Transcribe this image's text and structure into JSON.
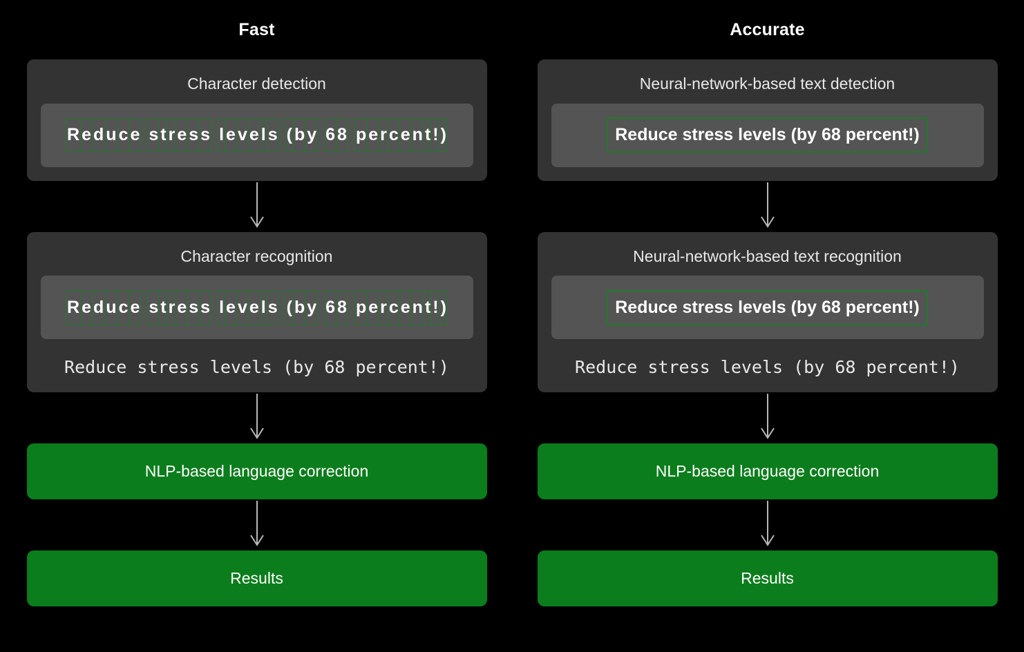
{
  "colors": {
    "background": "#000000",
    "card_bg": "#333333",
    "image_panel_bg": "#545454",
    "box_green": "#1f7a2b",
    "action_green": "#0b7d1c",
    "text_primary": "#ffffff",
    "text_secondary": "#e8e8e8",
    "arrow": "#b8b8b8"
  },
  "sample_text": "Reduce stress levels (by 68 percent!)",
  "sample_words": [
    "Reduce",
    "stress",
    "levels",
    "(by",
    "68",
    "percent!)"
  ],
  "columns": [
    {
      "title": "Fast",
      "steps": [
        {
          "name": "detection",
          "label": "Character detection",
          "image_text": "Reduce stress levels (by 68 percent!)",
          "box_mode": "per-character",
          "output_text": null
        },
        {
          "name": "recognition",
          "label": "Character recognition",
          "image_text": "Reduce stress levels (by 68 percent!)",
          "box_mode": "per-character",
          "output_text": "Reduce stress levels (by 68 percent!)"
        }
      ],
      "actions": [
        {
          "name": "nlp-correction",
          "label": "NLP-based language correction"
        },
        {
          "name": "results",
          "label": "Results"
        }
      ]
    },
    {
      "title": "Accurate",
      "steps": [
        {
          "name": "detection",
          "label": "Neural-network-based text detection",
          "image_text": "Reduce stress levels (by 68 percent!)",
          "box_mode": "whole-line",
          "output_text": null
        },
        {
          "name": "recognition",
          "label": "Neural-network-based text recognition",
          "image_text": "Reduce stress levels (by 68 percent!)",
          "box_mode": "whole-line",
          "output_text": "Reduce stress levels (by 68 percent!)"
        }
      ],
      "actions": [
        {
          "name": "nlp-correction",
          "label": "NLP-based language correction"
        },
        {
          "name": "results",
          "label": "Results"
        }
      ]
    }
  ],
  "arrow_icon": "arrow-down-icon"
}
